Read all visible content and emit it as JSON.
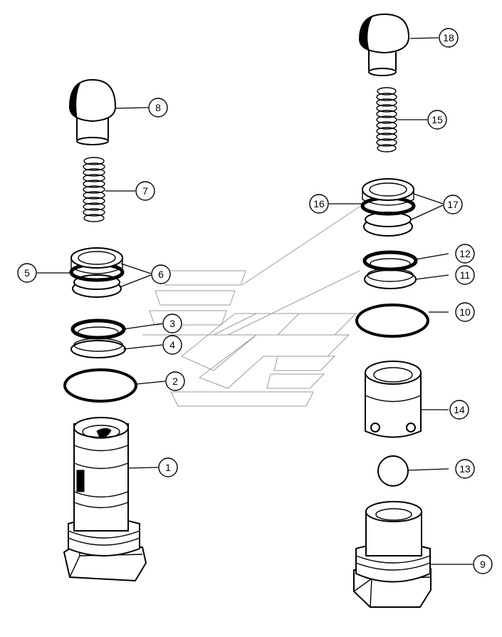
{
  "callouts": [
    {
      "id": "1",
      "label": "1"
    },
    {
      "id": "2",
      "label": "2"
    },
    {
      "id": "3",
      "label": "3"
    },
    {
      "id": "4",
      "label": "4"
    },
    {
      "id": "5",
      "label": "5"
    },
    {
      "id": "6",
      "label": "6"
    },
    {
      "id": "7",
      "label": "7"
    },
    {
      "id": "8",
      "label": "8"
    },
    {
      "id": "9",
      "label": "9"
    },
    {
      "id": "10",
      "label": "10"
    },
    {
      "id": "11",
      "label": "11"
    },
    {
      "id": "12",
      "label": "12"
    },
    {
      "id": "13",
      "label": "13"
    },
    {
      "id": "14",
      "label": "14"
    },
    {
      "id": "15",
      "label": "15"
    },
    {
      "id": "16",
      "label": "16"
    },
    {
      "id": "17",
      "label": "17"
    },
    {
      "id": "18",
      "label": "18"
    }
  ],
  "colors": {
    "ink": "#000000",
    "paper": "#ffffff",
    "watermark": "#9a9a9a"
  }
}
